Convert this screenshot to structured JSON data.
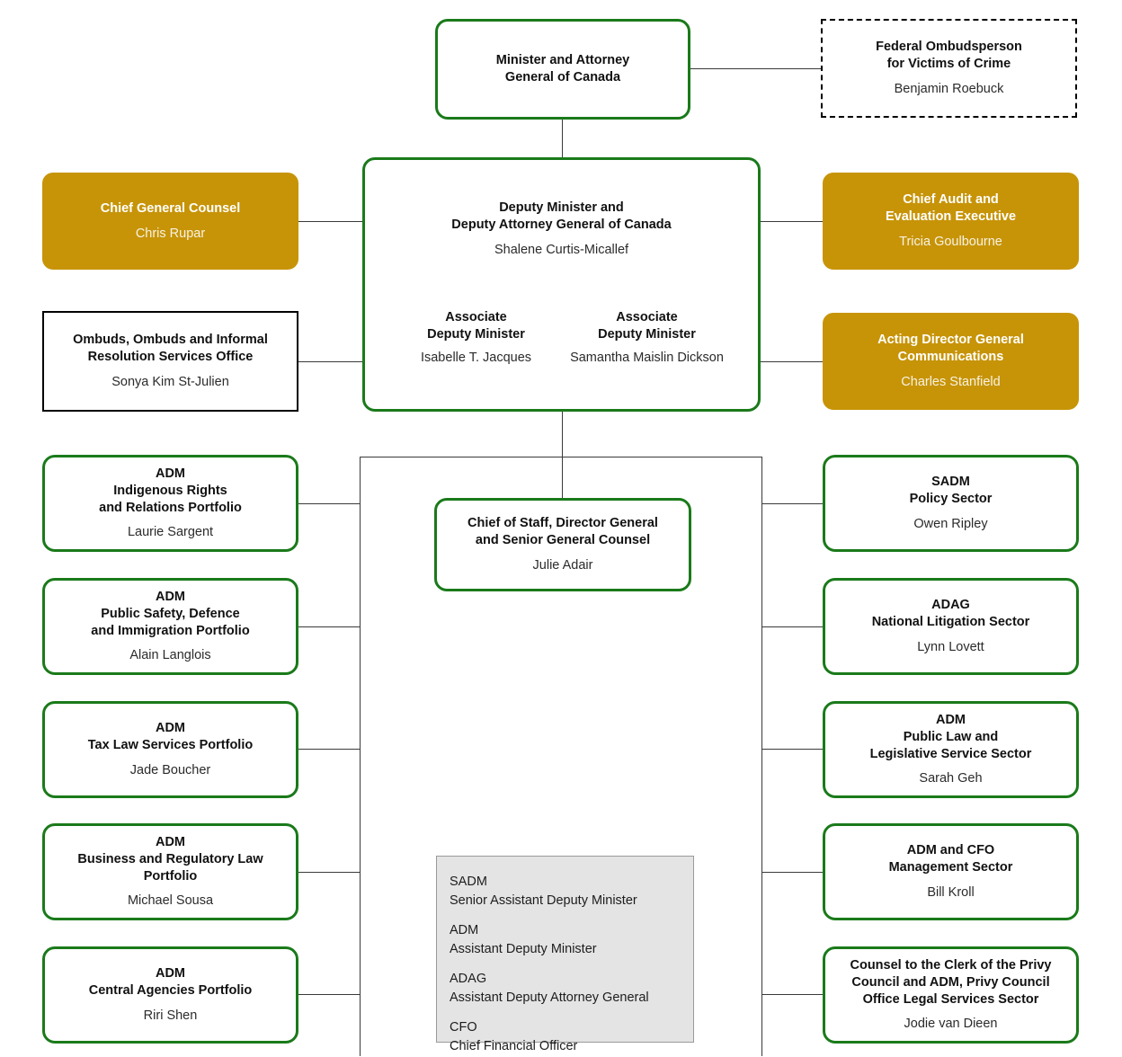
{
  "chart": {
    "title": "Department of Justice Canada Organizational Chart",
    "colors": {
      "green": "#1A7A1A",
      "gold": "#C79408",
      "black": "#000000",
      "legend_background": "#E4E4E4",
      "connector": "#3A3A3A"
    }
  },
  "minister": {
    "title": "Minister and Attorney\nGeneral of Canada",
    "title_line1": "Minister and Attorney",
    "title_line2": "General of Canada",
    "person": ""
  },
  "ombudsperson": {
    "title_line1": "Federal Ombudsperson",
    "title_line2": "for Victims of Crime",
    "person": "Benjamin Roebuck"
  },
  "deputy_minister": {
    "title_line1": "Deputy Minister and",
    "title_line2": "Deputy Attorney General of Canada",
    "person": "Shalene Curtis-Micallef",
    "associates": [
      {
        "title_line1": "Associate",
        "title_line2": "Deputy Minister",
        "person": "Isabelle T. Jacques"
      },
      {
        "title_line1": "Associate",
        "title_line2": "Deputy Minister",
        "person": "Samantha Maislin Dickson"
      }
    ]
  },
  "chief_of_staff": {
    "title_line1": "Chief of Staff, Director General",
    "title_line2": "and Senior General Counsel",
    "person": "Julie Adair"
  },
  "upper_left": [
    {
      "style": "gold",
      "title_lines": [
        "Chief General Counsel"
      ],
      "person": "Chris Rupar"
    },
    {
      "style": "plain",
      "title_lines": [
        "Ombuds, Ombuds and Informal",
        "Resolution Services Office"
      ],
      "person": "Sonya Kim St-Julien"
    }
  ],
  "upper_right": [
    {
      "style": "gold",
      "title_lines": [
        "Chief Audit and",
        "Evaluation Executive"
      ],
      "person": "Tricia Goulbourne"
    },
    {
      "style": "gold",
      "title_lines": [
        "Acting Director General",
        "Communications"
      ],
      "person": "Charles Stanfield"
    }
  ],
  "left_column": [
    {
      "title_lines": [
        "ADM",
        "Indigenous Rights",
        "and Relations Portfolio"
      ],
      "person": "Laurie Sargent"
    },
    {
      "title_lines": [
        "ADM",
        "Public Safety, Defence",
        "and Immigration Portfolio"
      ],
      "person": "Alain Langlois"
    },
    {
      "title_lines": [
        "ADM",
        "Tax Law Services Portfolio"
      ],
      "person": "Jade Boucher"
    },
    {
      "title_lines": [
        "ADM",
        "Business and Regulatory Law",
        "Portfolio"
      ],
      "person": "Michael Sousa"
    },
    {
      "title_lines": [
        "ADM",
        "Central Agencies Portfolio"
      ],
      "person": "Riri Shen"
    }
  ],
  "right_column": [
    {
      "title_lines": [
        "SADM",
        "Policy Sector"
      ],
      "person": "Owen Ripley"
    },
    {
      "title_lines": [
        "ADAG",
        "National Litigation Sector"
      ],
      "person": "Lynn Lovett"
    },
    {
      "title_lines": [
        "ADM",
        "Public Law and",
        "Legislative Service Sector"
      ],
      "person": "Sarah Geh"
    },
    {
      "title_lines": [
        "ADM and CFO",
        "Management Sector"
      ],
      "person": "Bill Kroll"
    },
    {
      "title_lines": [
        "Counsel to the Clerk of the Privy",
        "Council and ADM, Privy Council",
        "Office Legal Services Sector"
      ],
      "person": "Jodie van Dieen"
    }
  ],
  "legend": {
    "entries": [
      {
        "abbr": "SADM",
        "full": "Senior Assistant Deputy Minister"
      },
      {
        "abbr": "ADM",
        "full": "Assistant Deputy Minister"
      },
      {
        "abbr": "ADAG",
        "full": "Assistant Deputy Attorney General"
      },
      {
        "abbr": "CFO",
        "full": "Chief Financial Officer"
      }
    ]
  }
}
